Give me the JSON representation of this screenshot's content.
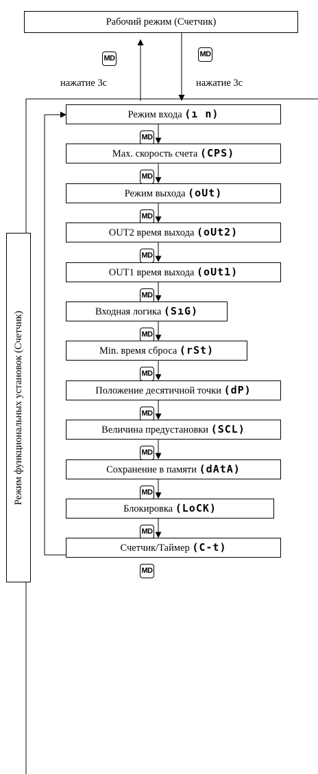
{
  "top_box": "Рабочий режим (Счетчик)",
  "md_key": "MD",
  "press_label": "нажатие 3с",
  "side_label": "Режим функциональных установок (Счетчик)",
  "steps": [
    {
      "label": "Режим входа",
      "code": "(ı n)"
    },
    {
      "label": "Max. скорость счета",
      "code": "(CPS)"
    },
    {
      "label": "Режим выхода",
      "code": "(oUt)"
    },
    {
      "label": "OUT2 время выхода",
      "code": "(oUt2)"
    },
    {
      "label": "OUT1 время выхода",
      "code": "(oUt1)"
    },
    {
      "label": "Входная логика",
      "code": "(SıG)"
    },
    {
      "label": "Min. время сброса",
      "code": "(rSt)"
    },
    {
      "label": "Положение десятичной точки",
      "code": "(dP)"
    },
    {
      "label": "Величина предустановки",
      "code": "(SCL)"
    },
    {
      "label": "Сохранение в памяти",
      "code": "(dAtA)"
    },
    {
      "label": "Блокировка",
      "code": "(LoCK)"
    },
    {
      "label": "Счетчик/Таймер",
      "code": "(C-t)"
    }
  ]
}
